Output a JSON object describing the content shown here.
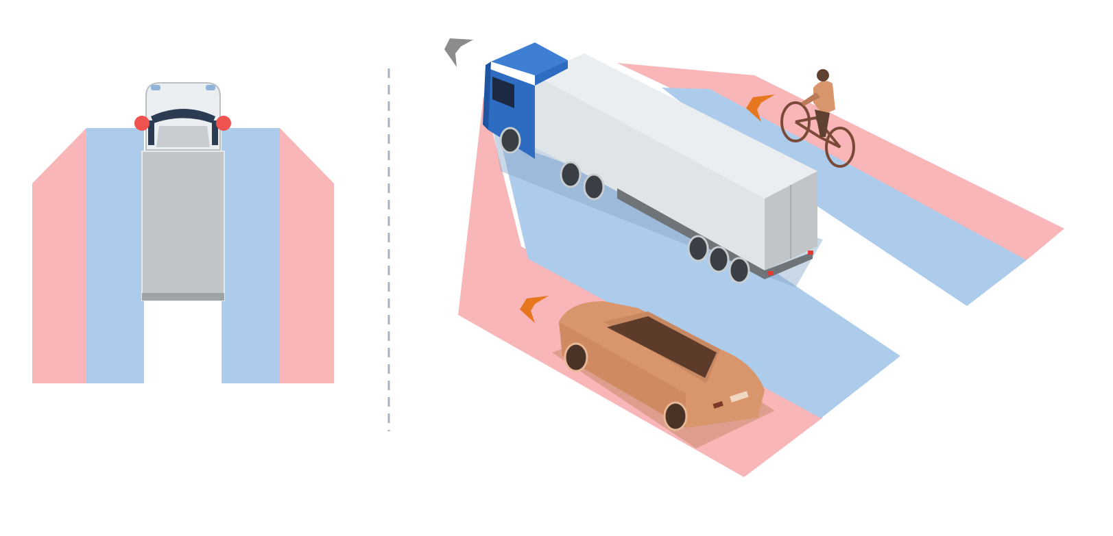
{
  "colors": {
    "outer_zone": "#f9b6b8",
    "inner_zone": "#adcbea",
    "cab_blue": "#2d6cc0",
    "trailer_white": "#eaeef0",
    "trailer_grey": "#c1c5c8",
    "car_tan": "#d9956b",
    "arrow_orange": "#e7771f",
    "arrow_grey": "#8c8c8c",
    "sensor_red": "#ef5350",
    "divider": "#a9b2c4"
  },
  "diagram": {
    "top_view": {
      "vehicle": "truck",
      "zones": [
        "outer-detection-zone",
        "inner-detection-zone"
      ]
    },
    "perspective_view": {
      "objects": [
        "truck",
        "cyclist",
        "car"
      ],
      "arrows": [
        "cyclist-direction-arrow",
        "car-direction-arrow",
        "truck-direction-arrow"
      ]
    }
  }
}
